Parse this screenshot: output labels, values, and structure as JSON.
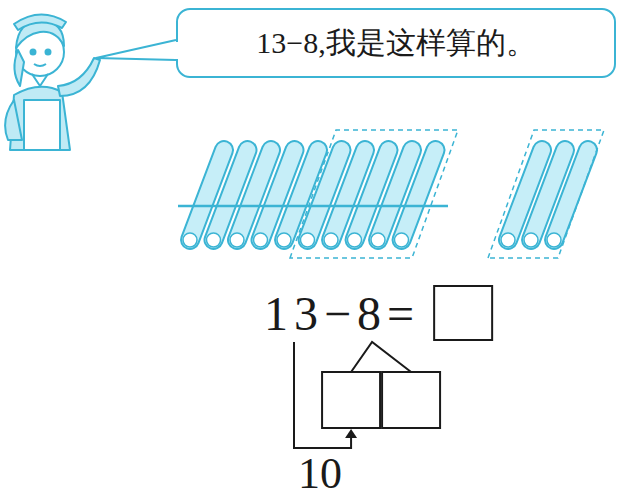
{
  "diagram": {
    "nodes": [
      {
        "text": [
          "13−8,我是这样算的。"
        ]
      }
    ],
    "labels": [
      "13−8=",
      "10"
    ]
  }
}
